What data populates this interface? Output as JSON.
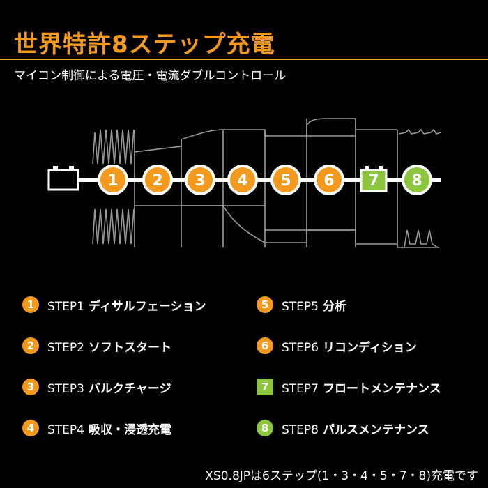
{
  "title": "世界特許8ステップ充電",
  "subtitle": "マイコン制御による電圧・電流ダブルコントロール",
  "colors": {
    "accent": "#f39a1e",
    "green": "#8cc63f",
    "line": "#ffffff",
    "waveform": "#9a9a9a"
  },
  "diagram": {
    "battery_icon": "battery-icon",
    "steps": [
      {
        "num": "1",
        "shape": "circle",
        "color": "#f39a1e"
      },
      {
        "num": "2",
        "shape": "circle",
        "color": "#f39a1e"
      },
      {
        "num": "3",
        "shape": "circle",
        "color": "#f39a1e"
      },
      {
        "num": "4",
        "shape": "circle",
        "color": "#f39a1e"
      },
      {
        "num": "5",
        "shape": "circle",
        "color": "#f39a1e"
      },
      {
        "num": "6",
        "shape": "circle",
        "color": "#f39a1e"
      },
      {
        "num": "7",
        "shape": "square-battery",
        "color": "#8cc63f"
      },
      {
        "num": "8",
        "shape": "circle",
        "color": "#8cc63f"
      }
    ]
  },
  "legend": [
    {
      "num": "1",
      "id": "STEP1",
      "name": "ディサルフェーション",
      "badge": "orange"
    },
    {
      "num": "2",
      "id": "STEP2",
      "name": "ソフトスタート",
      "badge": "orange"
    },
    {
      "num": "3",
      "id": "STEP3",
      "name": "バルクチャージ",
      "badge": "orange"
    },
    {
      "num": "4",
      "id": "STEP4",
      "name": "吸収・浸透充電",
      "badge": "orange"
    },
    {
      "num": "5",
      "id": "STEP5",
      "name": "分析",
      "badge": "orange"
    },
    {
      "num": "6",
      "id": "STEP6",
      "name": "リコンディション",
      "badge": "orange"
    },
    {
      "num": "7",
      "id": "STEP7",
      "name": "フロートメンテナンス",
      "badge": "green-sq"
    },
    {
      "num": "8",
      "id": "STEP8",
      "name": "パルスメンテナンス",
      "badge": "green"
    }
  ],
  "footnote": "XS0.8JPは6ステップ(1・3・4・5・7・8)充電です"
}
